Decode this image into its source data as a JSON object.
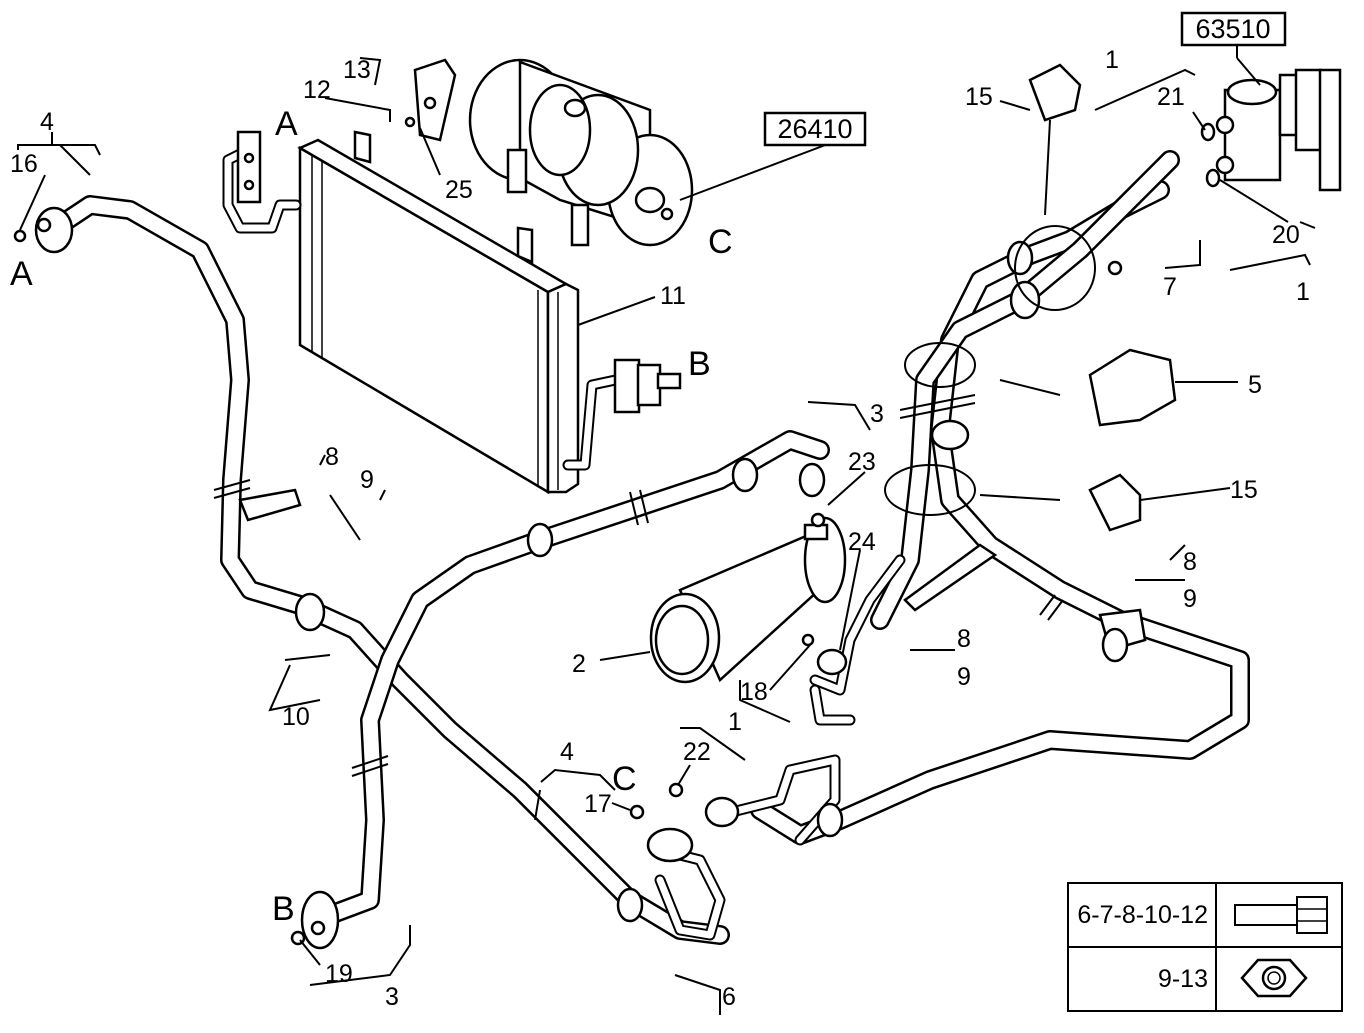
{
  "callouts": {
    "ref_box_1": "63510",
    "ref_box_2": "26410",
    "connector_a_top": "A",
    "connector_a_left": "A",
    "connector_b_right": "B",
    "connector_b_bottom": "B",
    "connector_c_top": "C",
    "connector_c_bottom": "C",
    "p1_top": "1",
    "p1_right": "1",
    "p1_bottom": "1",
    "p2": "2",
    "p3_mid": "3",
    "p3_bottom": "3",
    "p4_left": "4",
    "p4_bottom": "4",
    "p5": "5",
    "p6": "6",
    "p7": "7",
    "p8_left": "8",
    "p9_left": "9",
    "p8_center": "8",
    "p9_center": "9",
    "p8_right": "8",
    "p9_right": "9",
    "p10": "10",
    "p11": "11",
    "p12": "12",
    "p13": "13",
    "p15_top": "15",
    "p15_right": "15",
    "p16": "16",
    "p17": "17",
    "p18": "18",
    "p19": "19",
    "p20": "20",
    "p21": "21",
    "p22": "22",
    "p23": "23",
    "p24": "24",
    "p25": "25"
  },
  "legend": {
    "row1_text": "6-7-8-10-12",
    "row1_icon": "bolt-icon",
    "row2_text": "9-13",
    "row2_icon": "hex-nut-icon"
  }
}
